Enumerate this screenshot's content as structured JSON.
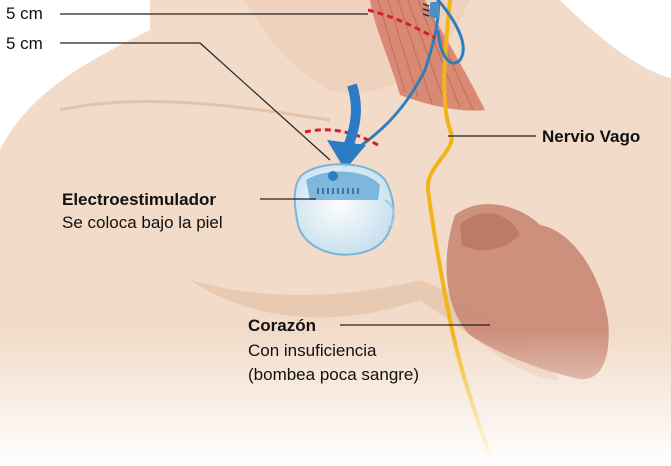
{
  "labels": {
    "top_measure": "5 cm",
    "second_measure": "5 cm",
    "nerve": "Nervio Vago",
    "device_title": "Electroestimulador",
    "device_desc": "Se coloca bajo la piel",
    "heart_title": "Corazón",
    "heart_desc_line1": "Con insuficiencia",
    "heart_desc_line2": "(bombea poca sangre)"
  },
  "colors": {
    "skin": "#f2dbc8",
    "skin_shadow": "#e4c3a8",
    "muscle": "#d98a74",
    "heart": "#c98a76",
    "nerve": "#f2b418",
    "lead": "#2f7fbf",
    "arrow": "#2b7cc4",
    "incision": "#d61e2e",
    "leader_line": "#222222"
  }
}
